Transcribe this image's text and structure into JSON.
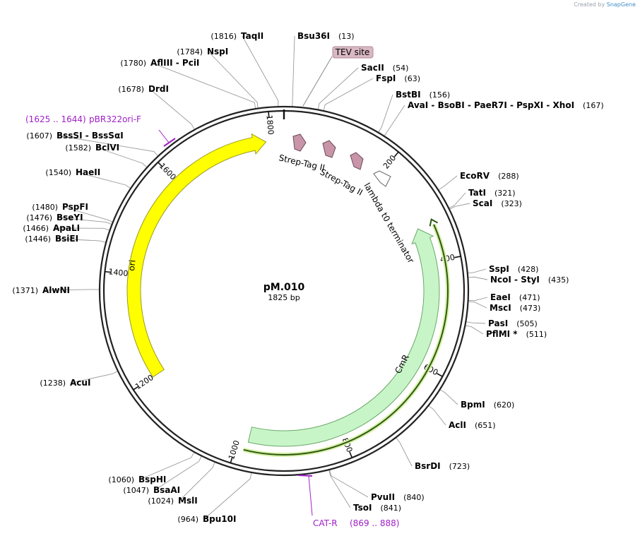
{
  "credit": {
    "prefix": "Created by",
    "brand": "SnapGene"
  },
  "plasmid": {
    "name": "pM.010",
    "size": "1825 bp",
    "length": 1825
  },
  "ticks": [
    "200",
    "400",
    "600",
    "800",
    "1000",
    "1200",
    "1400",
    "1600",
    "1800"
  ],
  "sites": [
    {
      "pos": 13,
      "names": "Bsu36I",
      "num": "(13)"
    },
    {
      "pos": 54,
      "names": "SacII",
      "num": "(54)"
    },
    {
      "pos": 63,
      "names": "FspI",
      "num": "(63)"
    },
    {
      "pos": 156,
      "names": "BstBI",
      "num": "(156)"
    },
    {
      "pos": 167,
      "names": "AvaI  -  BsoBI  -  PaeR7I  -  PspXI  -  XhoI",
      "num": "(167)"
    },
    {
      "pos": 288,
      "names": "EcoRV",
      "num": "(288)"
    },
    {
      "pos": 321,
      "names": "TatI",
      "num": "(321)"
    },
    {
      "pos": 323,
      "names": "ScaI",
      "num": "(323)"
    },
    {
      "pos": 428,
      "names": "SspI",
      "num": "(428)"
    },
    {
      "pos": 435,
      "names": "NcoI  -  StyI",
      "num": "(435)"
    },
    {
      "pos": 471,
      "names": "EaeI",
      "num": "(471)"
    },
    {
      "pos": 473,
      "names": "MscI",
      "num": "(473)"
    },
    {
      "pos": 505,
      "names": "PasI",
      "num": "(505)"
    },
    {
      "pos": 511,
      "names": "PflMI *",
      "num": "(511)"
    },
    {
      "pos": 620,
      "names": "BpmI",
      "num": "(620)"
    },
    {
      "pos": 651,
      "names": "AclI",
      "num": "(651)"
    },
    {
      "pos": 723,
      "names": "BsrDI",
      "num": "(723)"
    },
    {
      "pos": 840,
      "names": "PvuII",
      "num": "(840)"
    },
    {
      "pos": 841,
      "names": "TsoI",
      "num": "(841)"
    },
    {
      "pos": 964,
      "names": "Bpu10I",
      "num": "(964)"
    },
    {
      "pos": 1024,
      "names": "MslI",
      "num": "(1024)"
    },
    {
      "pos": 1047,
      "names": "BsaAI",
      "num": "(1047)"
    },
    {
      "pos": 1060,
      "names": "BspHI",
      "num": "(1060)"
    },
    {
      "pos": 1238,
      "names": "AcuI",
      "num": "(1238)"
    },
    {
      "pos": 1371,
      "names": "AlwNI",
      "num": "(1371)"
    },
    {
      "pos": 1446,
      "names": "BsiEI",
      "num": "(1446)"
    },
    {
      "pos": 1466,
      "names": "ApaLI",
      "num": "(1466)"
    },
    {
      "pos": 1476,
      "names": "BseYI",
      "num": "(1476)"
    },
    {
      "pos": 1480,
      "names": "PspFI",
      "num": "(1480)"
    },
    {
      "pos": 1540,
      "names": "HaeII",
      "num": "(1540)"
    },
    {
      "pos": 1582,
      "names": "BclVI",
      "num": "(1582)"
    },
    {
      "pos": 1607,
      "names": "BssSI  -  BssSαI",
      "num": "(1607)"
    },
    {
      "pos": 1678,
      "names": "DrdI",
      "num": "(1678)"
    },
    {
      "pos": 1780,
      "names": "AflIII  -  PciI",
      "num": "(1780)"
    },
    {
      "pos": 1784,
      "names": "NspI",
      "num": "(1784)"
    },
    {
      "pos": 1816,
      "names": "TaqII",
      "num": "(1816)"
    }
  ],
  "primers": [
    {
      "name": "pBR322ori-F",
      "range": "(1625 .. 1644)",
      "color": "#a020c8"
    },
    {
      "name": "CAT-R",
      "range": "(869 .. 888)",
      "color": "#a020c8"
    }
  ],
  "features": [
    {
      "name": "TEV site",
      "color": "#d9b8c4"
    },
    {
      "name": "Strep-Tag II",
      "color": "#c894a8"
    },
    {
      "name": "Strep-Tag II",
      "color": "#c894a8"
    },
    {
      "name": "lambda t0 terminator",
      "color": "#ffffff"
    },
    {
      "name": "CmR",
      "color": "#c8f5c8"
    },
    {
      "name": "ori",
      "color": "#ffff00"
    }
  ]
}
